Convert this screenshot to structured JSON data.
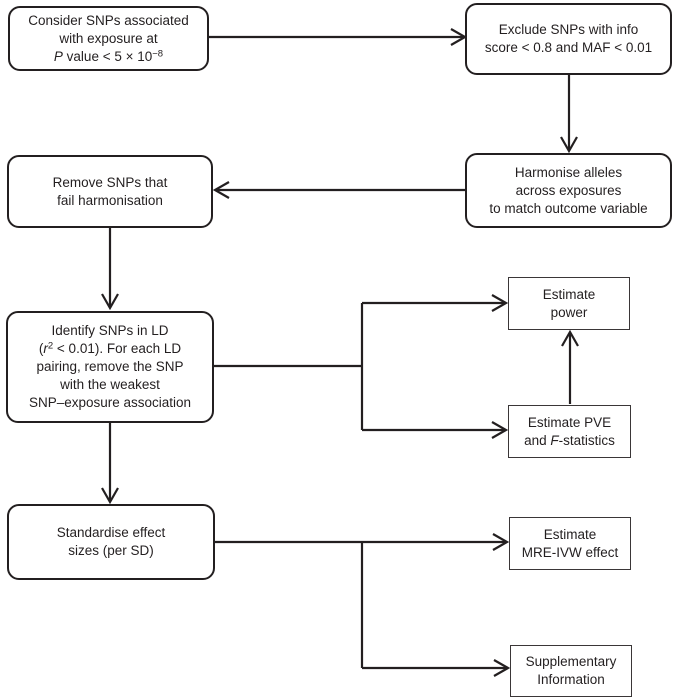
{
  "figure": {
    "type": "flowchart",
    "background_color": "#ffffff",
    "line_color": "#231f20",
    "text_color": "#231f20"
  },
  "nodes": {
    "consider": {
      "line1": "Consider SNPs associated",
      "line2": "with exposure at",
      "line3_italic": "P",
      "line3_mid": " value < 5 × 10",
      "line3_sup": "−8"
    },
    "exclude": {
      "line1": "Exclude SNPs with info",
      "line2": "score < 0.8 and MAF < 0.01"
    },
    "harmonise": {
      "line1": "Harmonise alleles",
      "line2": "across exposures",
      "line3": "to match outcome variable"
    },
    "remove": {
      "line1": "Remove SNPs that",
      "line2": "fail harmonisation"
    },
    "identify": {
      "line1": "Identify SNPs in LD",
      "line2_pre": "(",
      "line2_italic": "r",
      "line2_sup": "2",
      "line2_post": " < 0.01). For each LD",
      "line3": "pairing, remove the SNP",
      "line4": "with the weakest",
      "line5": "SNP–exposure association"
    },
    "power": {
      "line1": "Estimate",
      "line2": "power"
    },
    "pve": {
      "line1": "Estimate PVE",
      "line2_pre": "and ",
      "line2_italic": "F",
      "line2_post": "-statistics"
    },
    "standardise": {
      "line1": "Standardise effect",
      "line2": "sizes (per SD)"
    },
    "mre": {
      "line1": "Estimate",
      "line2": "MRE-IVW effect"
    },
    "supplementary": {
      "line1": "Supplementary",
      "line2": "Information"
    }
  }
}
